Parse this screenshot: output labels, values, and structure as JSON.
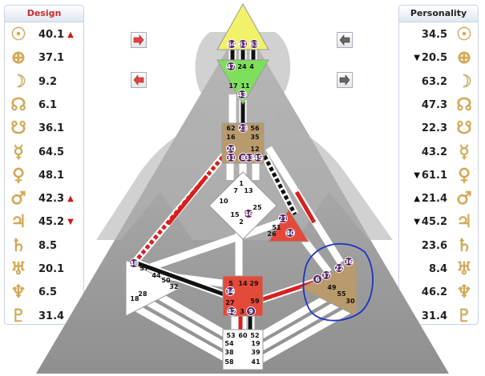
{
  "design": {
    "title": "Design",
    "title_color": "#d12a2a",
    "rows": [
      {
        "icon": "sun-icon",
        "glyph": "☉",
        "value": "40.1",
        "arrow": "▲"
      },
      {
        "icon": "earth-icon",
        "glyph": "⊕",
        "value": "37.1",
        "arrow": ""
      },
      {
        "icon": "moon-icon",
        "glyph": "☽",
        "value": "9.2",
        "arrow": ""
      },
      {
        "icon": "north-node-icon",
        "glyph": "☊",
        "value": "6.1",
        "arrow": ""
      },
      {
        "icon": "south-node-icon",
        "glyph": "☋",
        "value": "36.1",
        "arrow": ""
      },
      {
        "icon": "mercury-icon",
        "glyph": "☿",
        "value": "64.5",
        "arrow": ""
      },
      {
        "icon": "venus-icon",
        "glyph": "♀",
        "value": "48.1",
        "arrow": ""
      },
      {
        "icon": "mars-icon",
        "glyph": "♂",
        "value": "42.3",
        "arrow": "▲"
      },
      {
        "icon": "jupiter-icon",
        "glyph": "♃",
        "value": "45.2",
        "arrow": "▼"
      },
      {
        "icon": "saturn-icon",
        "glyph": "♄",
        "value": "8.5",
        "arrow": ""
      },
      {
        "icon": "uranus-icon",
        "glyph": "♅",
        "value": "20.1",
        "arrow": ""
      },
      {
        "icon": "neptune-icon",
        "glyph": "♆",
        "value": "6.5",
        "arrow": ""
      },
      {
        "icon": "pluto-icon",
        "glyph": "♇",
        "value": "31.4",
        "arrow": ""
      }
    ]
  },
  "personality": {
    "title": "Personality",
    "title_color": "#222222",
    "rows": [
      {
        "icon": "sun-icon",
        "glyph": "☉",
        "value": "34.5",
        "arrow": ""
      },
      {
        "icon": "earth-icon",
        "glyph": "⊕",
        "value": "20.5",
        "arrow": "▼"
      },
      {
        "icon": "moon-icon",
        "glyph": "☽",
        "value": "63.2",
        "arrow": ""
      },
      {
        "icon": "north-node-icon",
        "glyph": "☊",
        "value": "47.3",
        "arrow": ""
      },
      {
        "icon": "south-node-icon",
        "glyph": "☋",
        "value": "22.3",
        "arrow": ""
      },
      {
        "icon": "mercury-icon",
        "glyph": "☿",
        "value": "43.2",
        "arrow": ""
      },
      {
        "icon": "venus-icon",
        "glyph": "♀",
        "value": "61.1",
        "arrow": "▼"
      },
      {
        "icon": "mars-icon",
        "glyph": "♂",
        "value": "21.4",
        "arrow": "▲"
      },
      {
        "icon": "jupiter-icon",
        "glyph": "♃",
        "value": "45.2",
        "arrow": "▼"
      },
      {
        "icon": "saturn-icon",
        "glyph": "♄",
        "value": "23.6",
        "arrow": ""
      },
      {
        "icon": "uranus-icon",
        "glyph": "♅",
        "value": "8.4",
        "arrow": ""
      },
      {
        "icon": "neptune-icon",
        "glyph": "♆",
        "value": "46.2",
        "arrow": ""
      },
      {
        "icon": "pluto-icon",
        "glyph": "♇",
        "value": "31.4",
        "arrow": ""
      }
    ]
  },
  "colors": {
    "design_red": "#d62020",
    "personality_black": "#111111",
    "head": "#f2f26a",
    "ajna": "#7ee05a",
    "defined_tan": "#b99a6c",
    "root_red": "#e44a3a",
    "gate_badge": "#5a2a6a",
    "silhouette": "#a8a8a8",
    "annotation": "#1e32c8"
  },
  "gates": {
    "head": [
      "64",
      "61",
      "63"
    ],
    "ajna": [
      "47",
      "24",
      "4",
      "17",
      "11",
      "43"
    ],
    "throat": [
      "62",
      "23",
      "56",
      "16",
      "35",
      "20",
      "12",
      "31",
      "8",
      "33",
      "45"
    ],
    "g": [
      "1",
      "7",
      "13",
      "10",
      "15",
      "46",
      "2",
      "25"
    ],
    "ego": [
      "21",
      "51",
      "26",
      "40"
    ],
    "spleen": [
      "48",
      "57",
      "44",
      "50",
      "32",
      "28",
      "18"
    ],
    "sacral": [
      "5",
      "14",
      "29",
      "34",
      "27",
      "59",
      "42",
      "3",
      "9"
    ],
    "solar": [
      "36",
      "22",
      "6",
      "37",
      "49",
      "55",
      "30"
    ],
    "root": [
      "53",
      "60",
      "52",
      "54",
      "19",
      "38",
      "39",
      "58",
      "41"
    ]
  }
}
